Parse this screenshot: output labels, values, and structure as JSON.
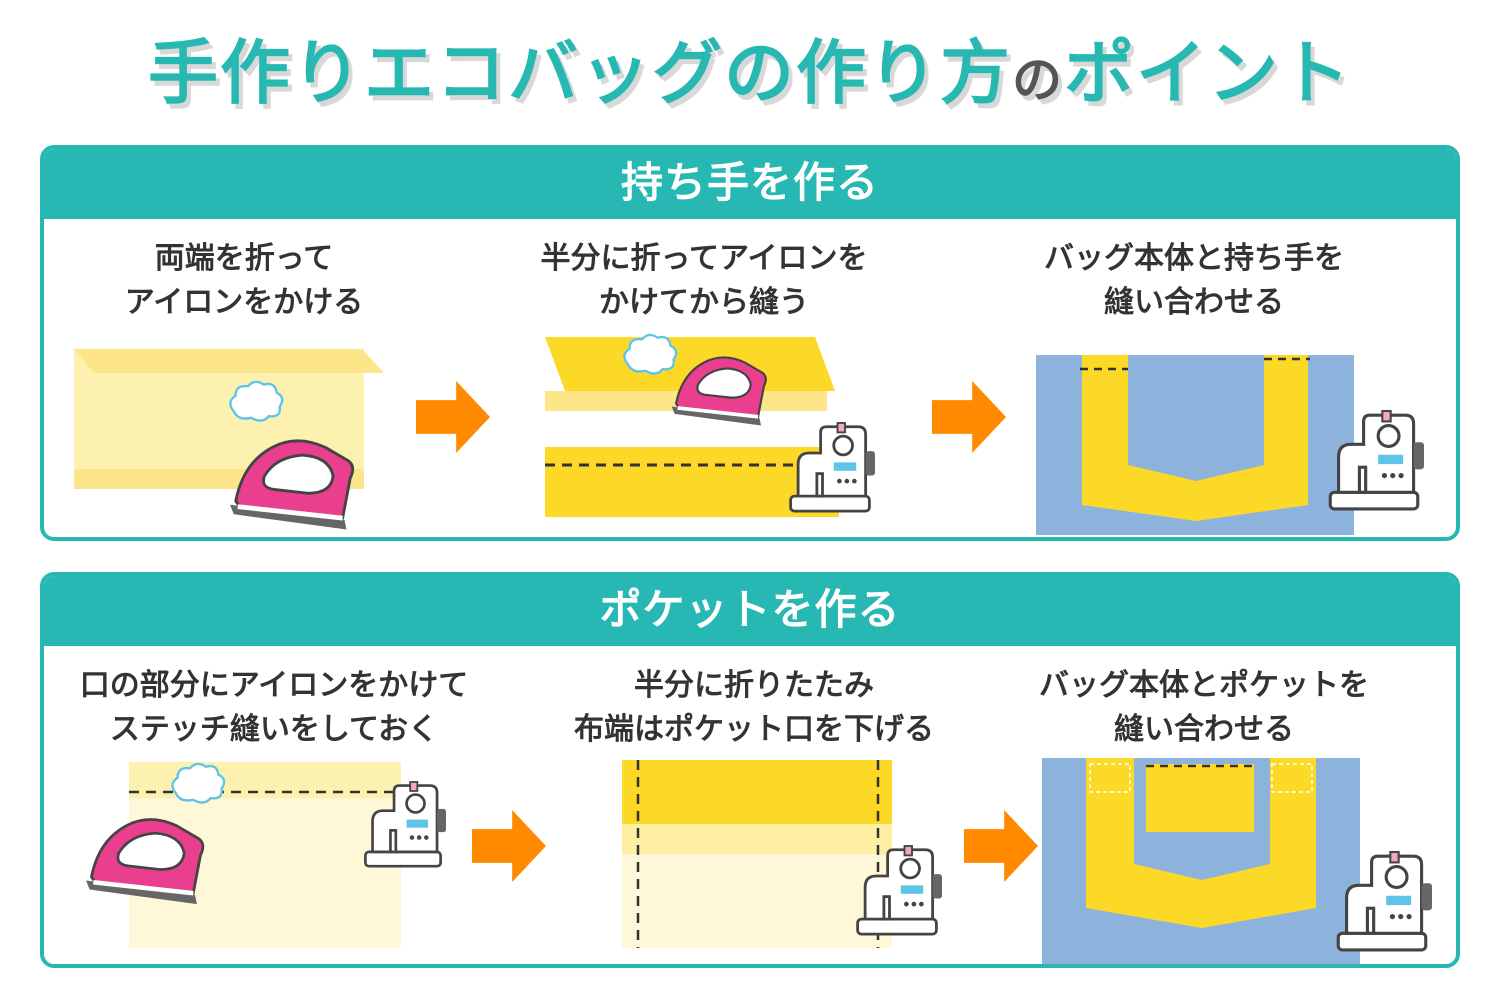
{
  "title": {
    "part1": "手作りエコバッグの作り方",
    "part2": "の",
    "part3": "ポイント"
  },
  "sections": [
    {
      "heading": "持ち手を作る",
      "steps": [
        {
          "caption": "両端を折って\nアイロンをかける"
        },
        {
          "caption": "半分に折ってアイロンを\nかけてから縫う"
        },
        {
          "caption": "バッグ本体と持ち手を\n縫い合わせる"
        }
      ]
    },
    {
      "heading": "ポケットを作る",
      "steps": [
        {
          "caption": "口の部分にアイロンをかけて\nステッチ縫いをしておく"
        },
        {
          "caption": "半分に折りたたみ\n布端はポケット口を下げる"
        },
        {
          "caption": "バッグ本体とポケットを\n縫い合わせる"
        }
      ]
    }
  ],
  "colors": {
    "teal": "#27b8b3",
    "yellow": "#fdd927",
    "light_yellow": "#fdf1b0",
    "blue": "#8db3dc",
    "pink": "#ea3f8e",
    "arrow": "#ff8a00"
  },
  "icons": [
    "iron-icon",
    "steam-cloud-icon",
    "sewing-machine-icon",
    "arrow-right-icon"
  ]
}
